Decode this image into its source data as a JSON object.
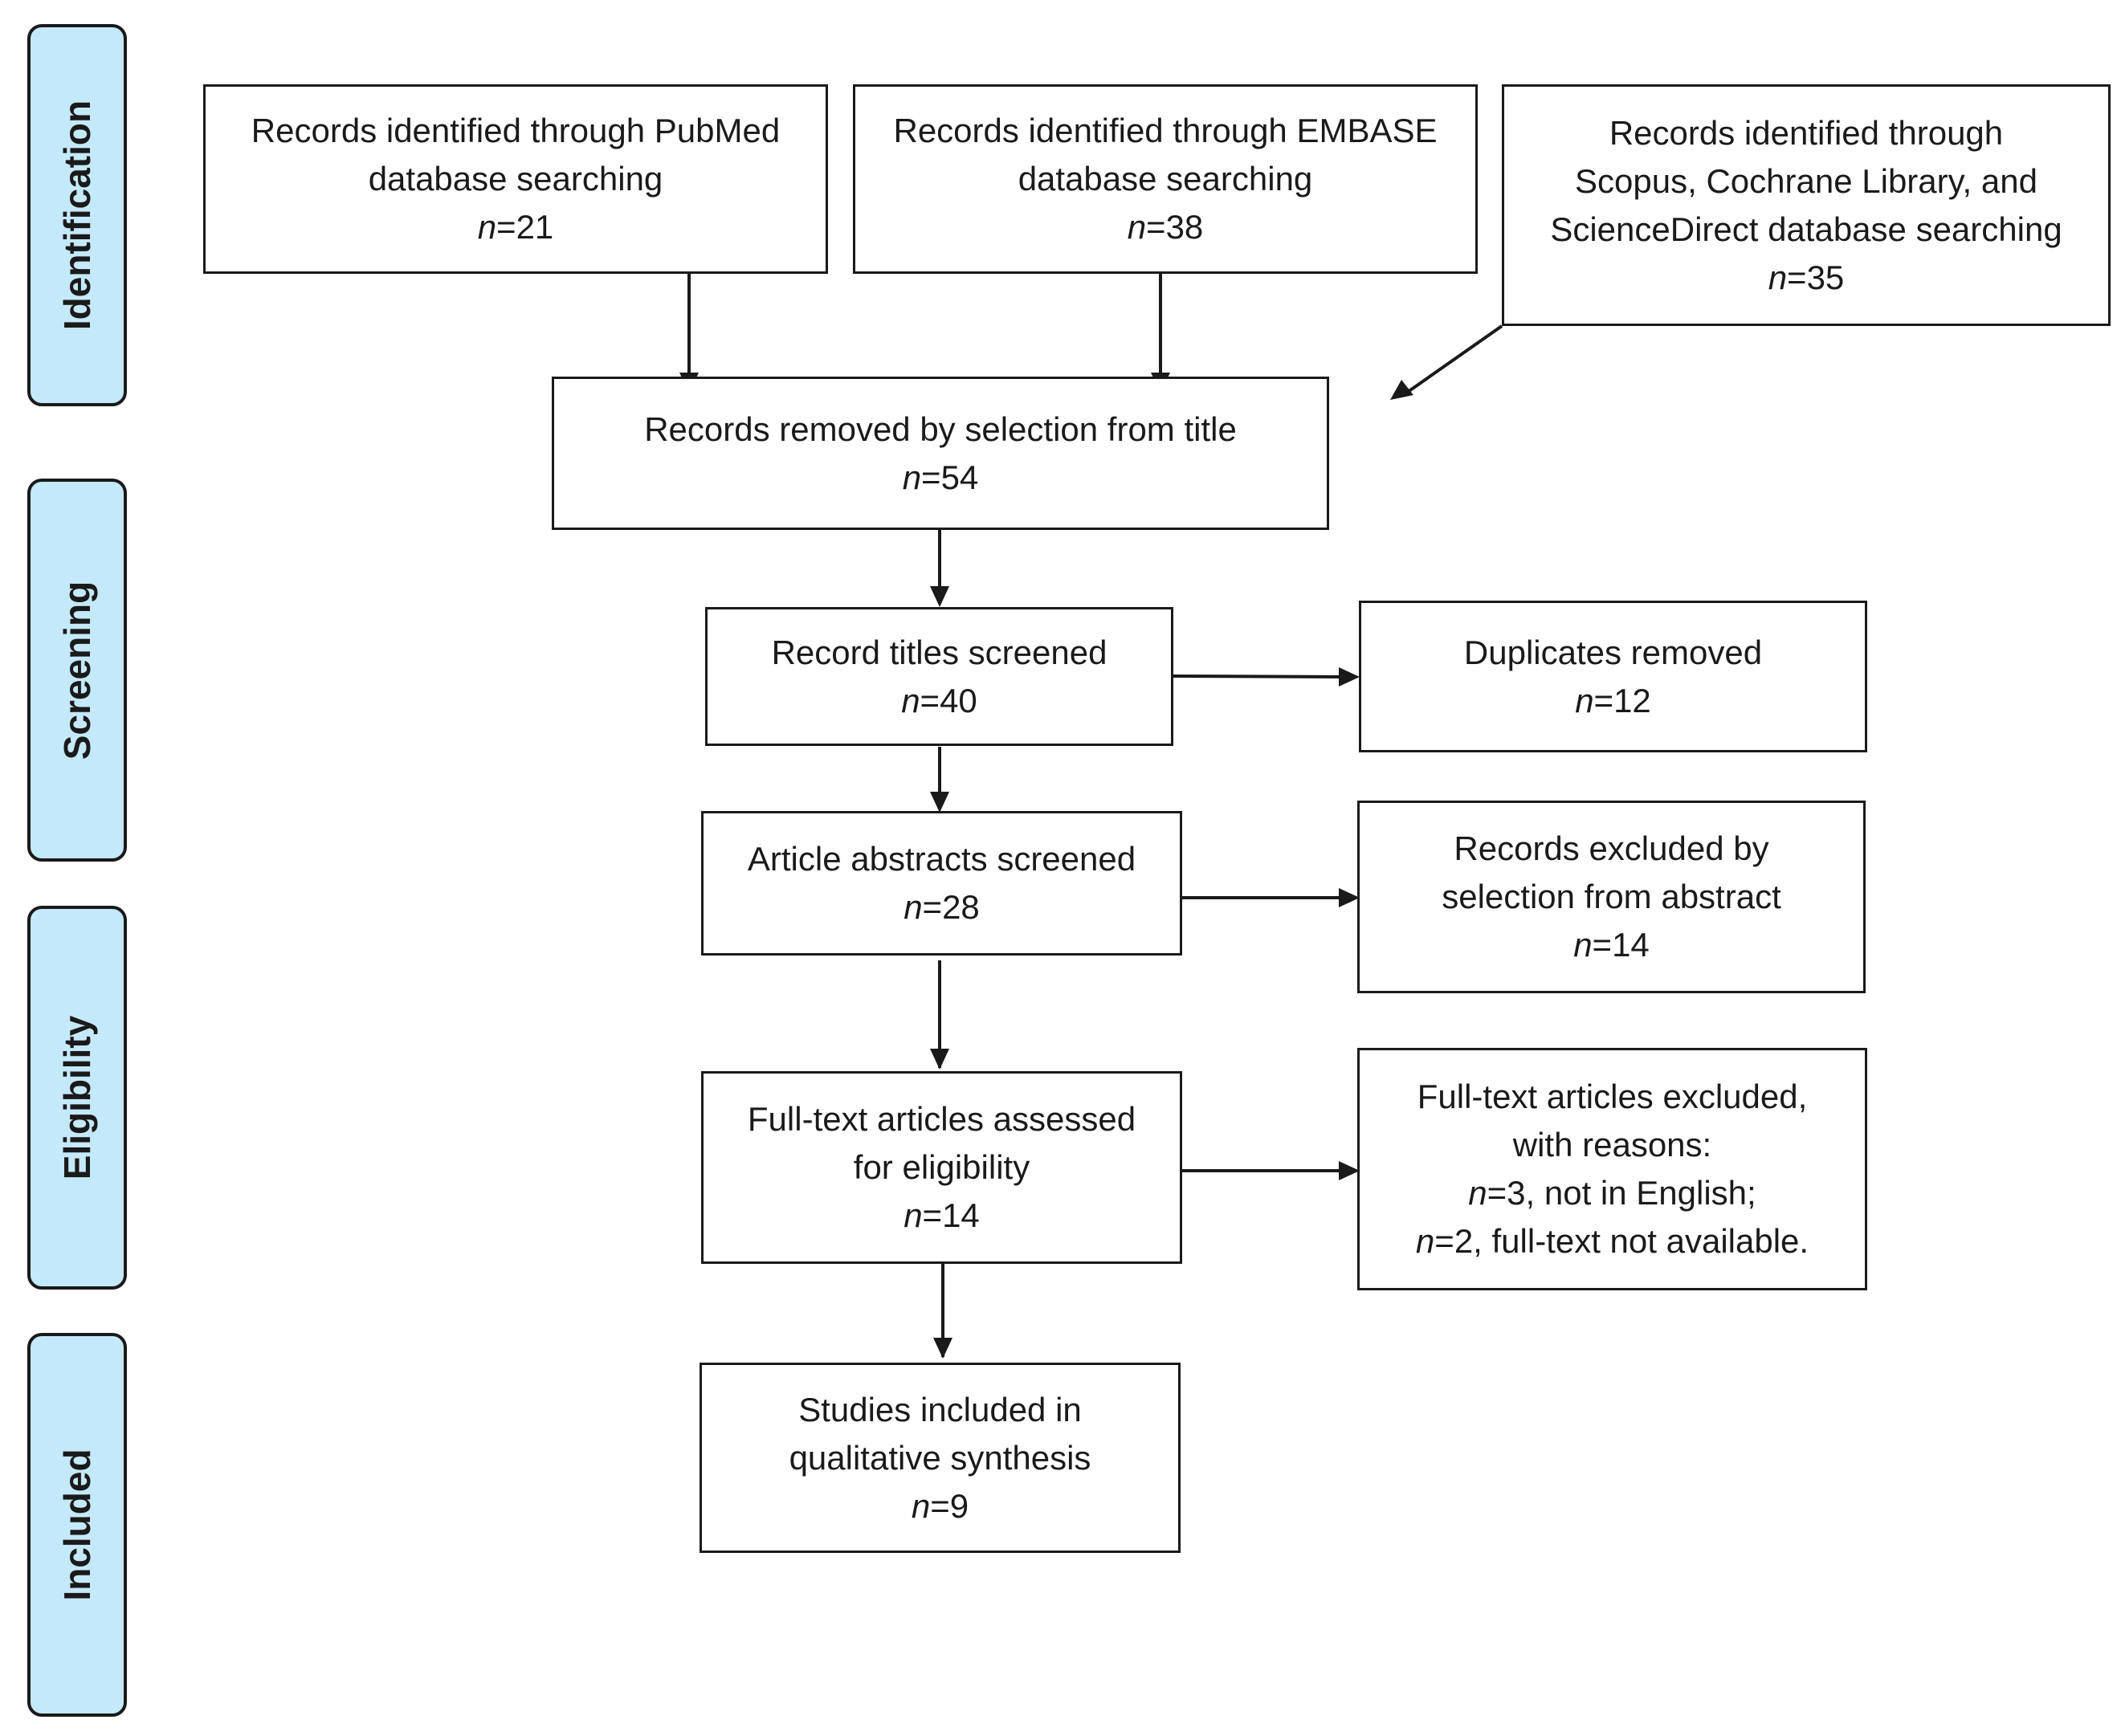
{
  "stages": [
    {
      "id": "identification",
      "label": "Identification"
    },
    {
      "id": "screening",
      "label": "Screening"
    },
    {
      "id": "eligibility",
      "label": "Eligibility"
    },
    {
      "id": "included",
      "label": "Included"
    }
  ],
  "boxes": {
    "pubmed": {
      "lines": [
        "Records identified through PubMed",
        "database searching"
      ],
      "n": "21"
    },
    "embase": {
      "lines": [
        "Records identified through EMBASE",
        "database searching"
      ],
      "n": "38"
    },
    "scopus": {
      "lines": [
        "Records identified through",
        "Scopus, Cochrane Library, and",
        "ScienceDirect database searching"
      ],
      "n": "35"
    },
    "removed_title": {
      "lines": [
        "Records removed by selection from title"
      ],
      "n": "54"
    },
    "titles_screened": {
      "lines": [
        "Record titles screened"
      ],
      "n": "40"
    },
    "duplicates": {
      "lines": [
        "Duplicates removed"
      ],
      "n": "12"
    },
    "abstracts_screened": {
      "lines": [
        "Article abstracts screened"
      ],
      "n": "28"
    },
    "excluded_abstract": {
      "lines": [
        "Records excluded by",
        "selection from abstract"
      ],
      "n": "14"
    },
    "fulltext_assessed": {
      "lines": [
        "Full-text articles assessed",
        "for eligibility"
      ],
      "n": "14"
    },
    "fulltext_excluded": {
      "lines": [
        "Full-text articles excluded,",
        "with reasons:"
      ],
      "reasons": [
        {
          "n": "3",
          "text": ", not in English;"
        },
        {
          "n": "2",
          "text": ", full-text not available."
        }
      ]
    },
    "included_studies": {
      "lines": [
        "Studies included in",
        "qualitative synthesis"
      ],
      "n": "9"
    }
  },
  "n_symbol": "n",
  "eq": "="
}
